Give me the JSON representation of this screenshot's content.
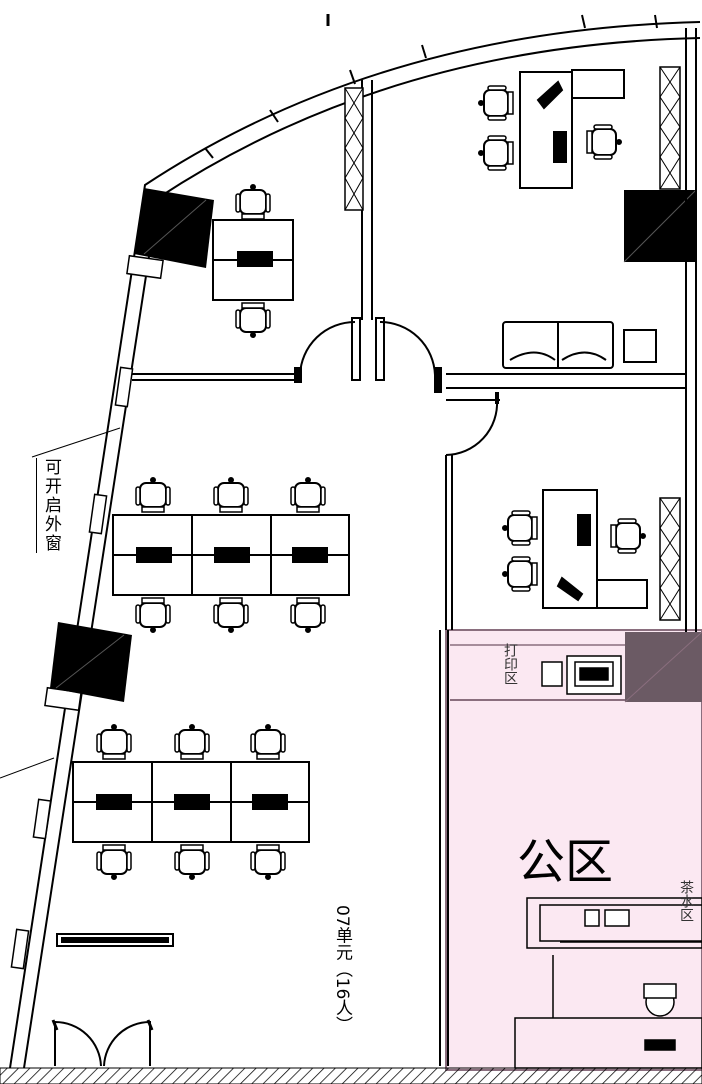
{
  "labels": {
    "window_note": "可开启外窗",
    "print_area": "打印区",
    "public_area": "公区",
    "tea_area": "茶水区",
    "unit": "07单元（16人）"
  },
  "colors": {
    "line": "#000000",
    "public_fill": "#fbe8f2",
    "public_stroke": "#8a6e7e",
    "column_fill": "#000000",
    "column_gray": "#6b5a64"
  }
}
